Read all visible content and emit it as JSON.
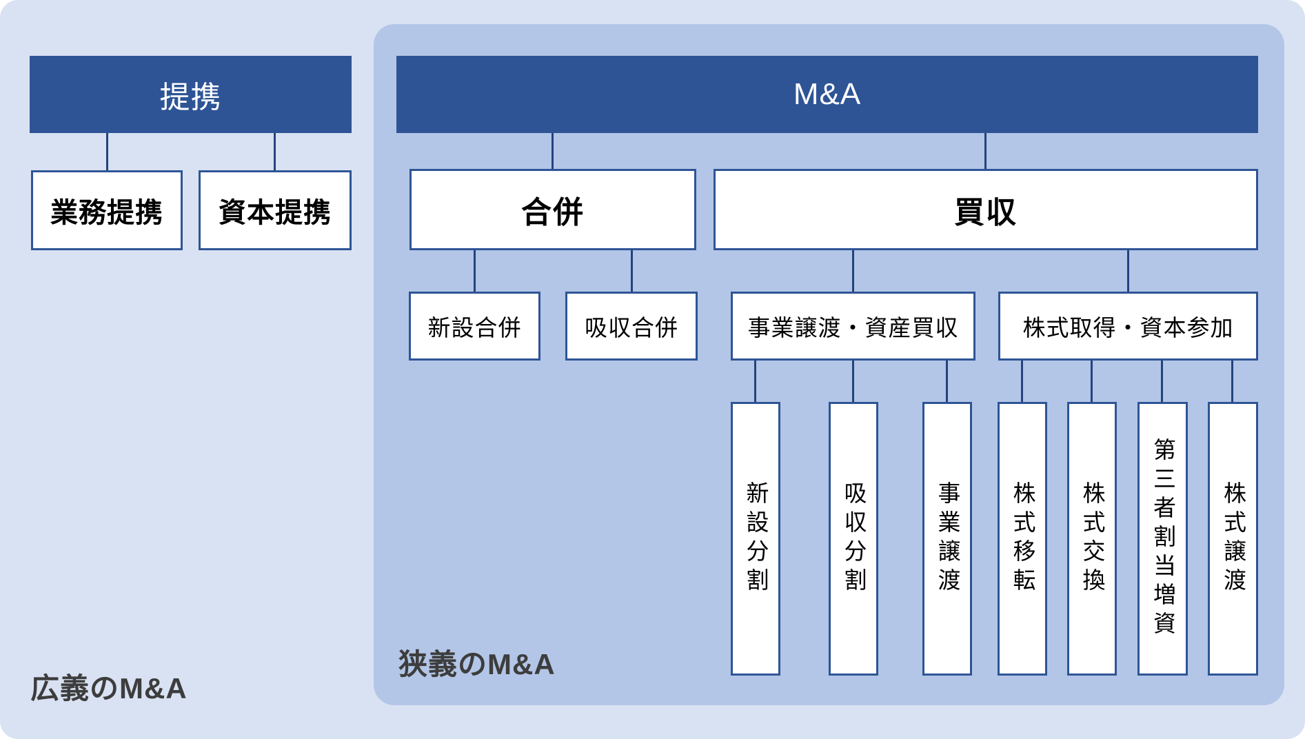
{
  "colors": {
    "outer_bg": "#d9e2f3",
    "panel_bg": "#b3c6e7",
    "header_bg": "#2e5496",
    "box_border": "#2e5496",
    "connector": "#24437d",
    "caption_text": "#3d3d3d",
    "header_text": "#ffffff",
    "box_text": "#000000"
  },
  "partnership": {
    "root": "提携",
    "children": [
      "業務提携",
      "資本提携"
    ],
    "caption": "広義のM&A"
  },
  "ma": {
    "root": "M&A",
    "caption": "狭義のM&A",
    "branches": [
      {
        "label": "合併",
        "children": [
          "新設合併",
          "吸収合併"
        ]
      },
      {
        "label": "買収",
        "children": [
          {
            "label": "事業譲渡・資産買収",
            "children": [
              "新設分割",
              "吸収分割",
              "事業譲渡"
            ]
          },
          {
            "label": "株式取得・資本参加",
            "children": [
              "株式移転",
              "株式交換",
              "第三者割当増資",
              "株式譲渡"
            ]
          }
        ]
      }
    ]
  }
}
